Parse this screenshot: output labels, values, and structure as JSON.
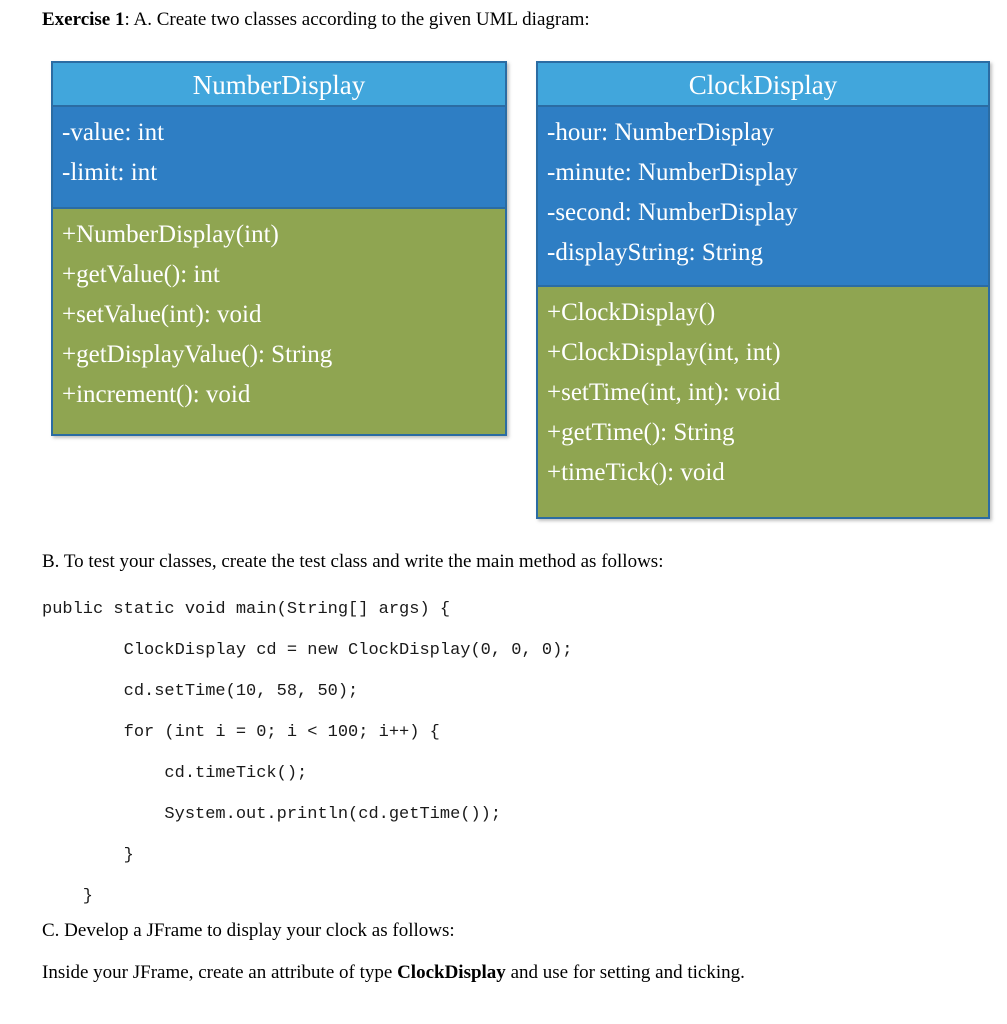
{
  "document": {
    "heading": {
      "label": "Exercise 1",
      "text": ":  A. Create two classes according to the given UML diagram:"
    },
    "uml": {
      "classes": [
        {
          "name": "NumberDisplay",
          "attributes": [
            "-value: int",
            "-limit: int"
          ],
          "methods": [
            "+NumberDisplay(int)",
            "+getValue(): int",
            "+setValue(int): void",
            "+getDisplayValue(): String",
            "+increment(): void"
          ]
        },
        {
          "name": "ClockDisplay",
          "attributes": [
            "-hour: NumberDisplay",
            "-minute: NumberDisplay",
            "-second: NumberDisplay",
            "-displayString: String"
          ],
          "methods": [
            "+ClockDisplay()",
            "+ClockDisplay(int, int)",
            "+setTime(int, int): void",
            "+getTime(): String",
            "+timeTick(): void"
          ]
        }
      ],
      "colors": {
        "header": "#41a6dc",
        "attributes": "#2e7ec4",
        "methods": "#8fa551",
        "border": "#2b6ca3",
        "text": "#ffffff"
      }
    },
    "part_b": {
      "text": "B. To test your classes, create the test class and write the main method as follows:",
      "code": [
        "public static void main(String[] args) {",
        "        ClockDisplay cd = new ClockDisplay(0, 0, 0);",
        "        cd.setTime(10, 58, 50);",
        "        for (int i = 0; i < 100; i++) {",
        "            cd.timeTick();",
        "            System.out.println(cd.getTime());",
        "        }",
        "    }"
      ]
    },
    "part_c": {
      "text": "C. Develop a JFrame to display your clock as follows:",
      "detail_prefix": "Inside your JFrame, create an attribute of type ",
      "detail_bold": "ClockDisplay",
      "detail_suffix": " and use for setting and ticking."
    }
  }
}
